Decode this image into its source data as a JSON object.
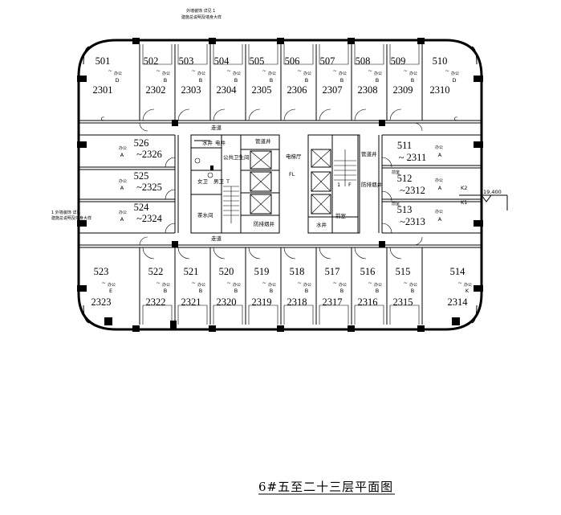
{
  "title": "6#五至二十三层平面图",
  "top_note": [
    "外墙装饰 详见 1",
    "建施总说明及墙身大样"
  ],
  "left_note": [
    "1  外墙装饰 详见",
    "建施总说明及墙身大样"
  ],
  "top_rooms": [
    {
      "num": "501",
      "label": "办公",
      "type": "D",
      "code": "2301",
      "zone": "C"
    },
    {
      "num": "502",
      "label": "办公",
      "type": "B",
      "code": "2302"
    },
    {
      "num": "503",
      "label": "办公",
      "type": "B",
      "code": "2303"
    },
    {
      "num": "504",
      "label": "办公",
      "type": "B",
      "code": "2304"
    },
    {
      "num": "505",
      "label": "办公",
      "type": "B",
      "code": "2305"
    },
    {
      "num": "506",
      "label": "办公",
      "type": "B",
      "code": "2306"
    },
    {
      "num": "507",
      "label": "办公",
      "type": "B",
      "code": "2307"
    },
    {
      "num": "508",
      "label": "办公",
      "type": "B",
      "code": "2308"
    },
    {
      "num": "509",
      "label": "办公",
      "type": "B",
      "code": "2309"
    },
    {
      "num": "510",
      "label": "办公",
      "type": "D",
      "code": "2310",
      "zone": "C"
    }
  ],
  "bottom_rooms": [
    {
      "num": "523",
      "label": "办公",
      "type": "E",
      "code": "2323"
    },
    {
      "num": "522",
      "label": "办公",
      "type": "B",
      "code": "2322"
    },
    {
      "num": "521",
      "label": "办公",
      "type": "B",
      "code": "2321"
    },
    {
      "num": "520",
      "label": "办公",
      "type": "B",
      "code": "2320"
    },
    {
      "num": "519",
      "label": "办公",
      "type": "B",
      "code": "2319"
    },
    {
      "num": "518",
      "label": "办公",
      "type": "B",
      "code": "2318"
    },
    {
      "num": "517",
      "label": "办公",
      "type": "B",
      "code": "2317"
    },
    {
      "num": "516",
      "label": "办公",
      "type": "B",
      "code": "2316"
    },
    {
      "num": "515",
      "label": "办公",
      "type": "B",
      "code": "2315"
    },
    {
      "num": "514",
      "label": "办公",
      "type": "K",
      "code": "2314"
    }
  ],
  "left_rooms": [
    {
      "num": "526",
      "label": "办公",
      "type": "A",
      "code": "~2326"
    },
    {
      "num": "525",
      "label": "办公",
      "type": "A",
      "code": "~2325"
    },
    {
      "num": "524",
      "label": "办公",
      "type": "A",
      "code": "~2324"
    }
  ],
  "right_rooms": [
    {
      "num": "511",
      "label": "办公",
      "type": "A",
      "code": "~ 2311"
    },
    {
      "num": "512",
      "label": "办公",
      "type": "A",
      "code": "~2312",
      "tag": "前室"
    },
    {
      "num": "513",
      "label": "办公",
      "type": "A",
      "code": "~2313",
      "tag": "前室"
    }
  ],
  "tilde": "~",
  "corridor": "走道",
  "core_labels": {
    "water": "水井",
    "elec": "电井",
    "toilet": "公共卫生间",
    "female": "女卫",
    "male": "男卫",
    "tea": "茶水间",
    "pipe": "管道井",
    "front": "前室",
    "smoke": "防排烟井",
    "lobby": "电梯厅",
    "fl": "FL",
    "stair_1": "1",
    "stair_t": "T",
    "stair_f": "F"
  },
  "k_labels": [
    "K2",
    "K1"
  ],
  "elevation": "19.400"
}
